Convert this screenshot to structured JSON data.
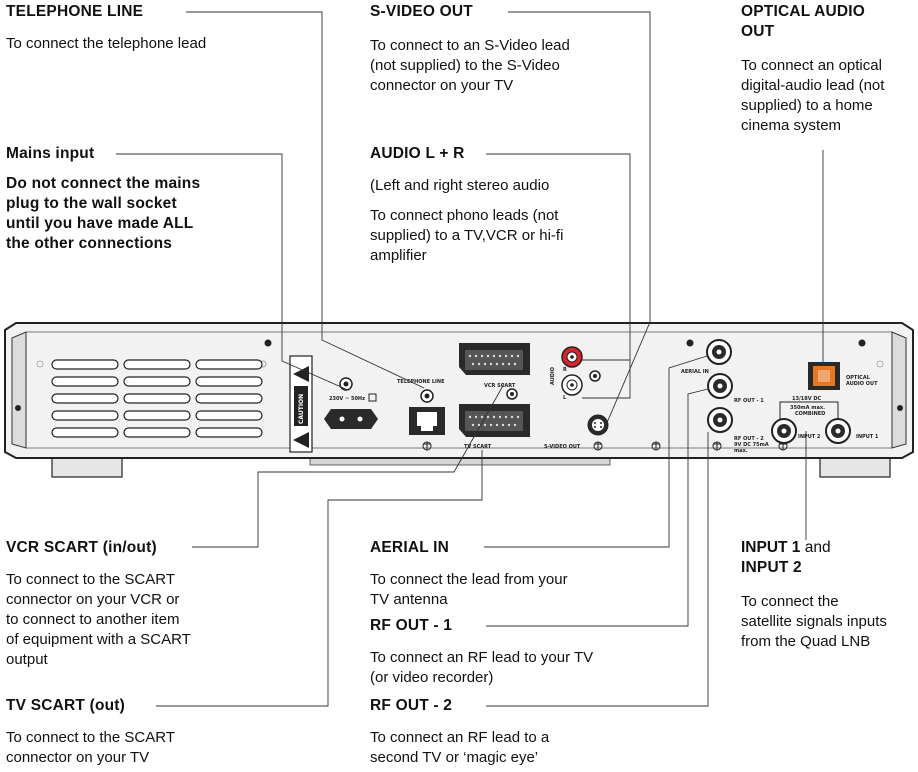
{
  "labels": {
    "telephone_line": {
      "heading": "TELEPHONE LINE",
      "lines": [
        "To connect the telephone lead"
      ]
    },
    "svideo_out": {
      "heading": "S-VIDEO OUT",
      "lines": [
        "To connect to an S-Video lead",
        "(not supplied) to the S-Video",
        "connector on your TV"
      ]
    },
    "optical_audio_out": {
      "heading_lines": [
        "OPTICAL AUDIO",
        "OUT"
      ],
      "lines": [
        "To connect an optical",
        "digital-audio lead (not",
        "supplied) to a home",
        "cinema system"
      ]
    },
    "mains_input": {
      "heading": "Mains input",
      "warning_lines": [
        "Do not connect the mains",
        "plug to the wall socket",
        "until you have made ALL",
        "the other connections"
      ]
    },
    "audio_lr": {
      "heading": "AUDIO L + R",
      "line1": "(Left and right stereo audio",
      "lines": [
        "To connect phono leads (not",
        "supplied) to a TV,VCR or hi-fi",
        "amplifier"
      ]
    },
    "vcr_scart": {
      "heading": "VCR SCART (in/out)",
      "lines": [
        "To connect to the SCART",
        "connector on your VCR or",
        "to connect to another item",
        "of equipment with a SCART",
        "output"
      ]
    },
    "tv_scart": {
      "heading": "TV SCART (out)",
      "lines": [
        "To connect to the SCART",
        "connector on your TV"
      ]
    },
    "aerial_in": {
      "heading": "AERIAL IN",
      "lines": [
        "To connect the lead from your",
        "TV antenna"
      ]
    },
    "rf_out_1": {
      "heading": "RF OUT - 1",
      "lines": [
        "To connect an RF lead to your TV",
        "(or video recorder)"
      ]
    },
    "rf_out_2": {
      "heading": "RF OUT - 2",
      "lines": [
        "To connect an RF lead to a",
        "second TV or ‘magic eye’"
      ]
    },
    "inputs": {
      "heading_line1_bold": "INPUT 1",
      "heading_line1_rest": " and",
      "heading_line2": "INPUT 2",
      "lines": [
        "To connect the",
        "satellite signals inputs",
        "from the Quad LNB"
      ]
    }
  },
  "panel": {
    "caution": "CAUTION",
    "mains_rating": "230V ~ 50Hz",
    "telephone_line": "TELEPHONE LINE",
    "vcr_scart": "VCR SCART",
    "tv_scart": "TV SCART",
    "audio": "AUDIO",
    "audio_r": "R",
    "audio_l": "L",
    "svideo_out": "S-VIDEO OUT",
    "aerial_in": "AERIAL IN",
    "rf_out_1": "RF OUT - 1",
    "rf_out_2": "RF OUT - 2",
    "rf_out_2_rating_1": "9V DC 75mA",
    "rf_out_2_rating_2": "max.",
    "lnb_rating_1": "13/18V DC",
    "lnb_rating_2": "350mA max.",
    "lnb_rating_3": "COMBINED",
    "optical_1": "OPTICAL",
    "optical_2": "AUDIO OUT",
    "input_1": "INPUT 1",
    "input_2": "INPUT 2"
  },
  "colors": {
    "ink": "#111111",
    "panel": "#f2f2f2",
    "panel_dark": "#2a2a2a",
    "audio_red": "#d9252a",
    "optical_orange": "#e87722"
  }
}
